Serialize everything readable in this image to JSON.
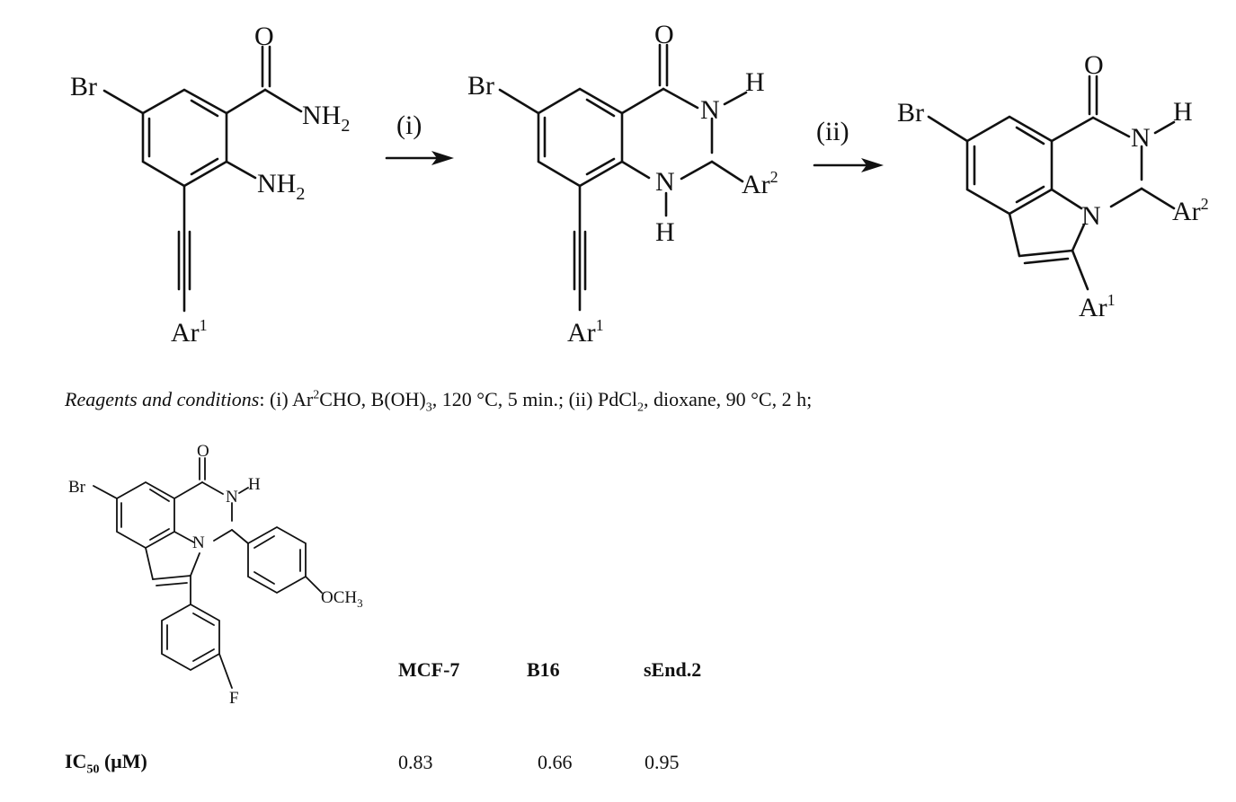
{
  "scheme": {
    "reagent_i_label": "(i)",
    "reagent_ii_label": "(ii)",
    "atoms": {
      "br": "Br",
      "o": "O",
      "nh2_main": "NH",
      "nh2_sub": "2",
      "n": "N",
      "h": "H",
      "ar": "Ar",
      "ar1_sup": "1",
      "ar2_sup": "2"
    }
  },
  "conditions": {
    "label": "Reagents and conditions",
    "colon": ": ",
    "step_i_pre": "(i) Ar",
    "step_i_sup": "2",
    "step_i_mid": "CHO, B(OH)",
    "step_i_sub": "3",
    "step_i_post": ", 120 °C, 5 min.; ",
    "step_ii_pre": "(ii) PdCl",
    "step_ii_sub": "2",
    "step_ii_post": ", dioxane, 90 °C, 2 h;"
  },
  "compound": {
    "br": "Br",
    "o": "O",
    "n": "N",
    "h": "H",
    "och3_main": "OCH",
    "och3_sub": "3",
    "f": "F"
  },
  "table": {
    "headers": [
      "MCF-7",
      "B16",
      "sEnd.2"
    ],
    "row_label_pre": "IC",
    "row_label_sub": "50",
    "row_label_post": " (μM)",
    "values": [
      "0.83",
      "0.66",
      "0.95"
    ]
  }
}
